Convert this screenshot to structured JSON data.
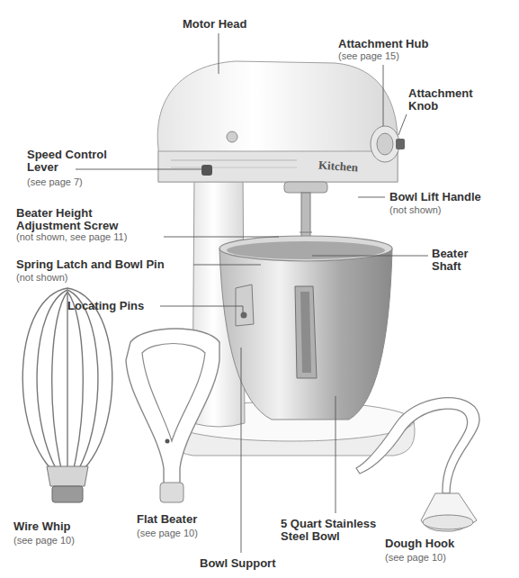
{
  "diagram": {
    "labels": [
      "Motor Head",
      "Attachment Hub",
      "(see page 15)",
      "Attachment Knob",
      "Speed Control Lever",
      "(see page 7)",
      "Beater Height Adjustment Screw",
      "(not shown, see page 11)",
      "Bowl Lift Handle",
      "(not shown)",
      "Beater Shaft",
      "Spring Latch and Bowl Pin",
      "(not shown)",
      "Locating Pins",
      "Wire Whip",
      "(see page 10)",
      "Flat Beater",
      "(see page 10)",
      "5 Quart Stainless Steel Bowl",
      "Dough Hook",
      "(see page 10)",
      "Bowl Support",
      "Kitchen"
    ]
  }
}
